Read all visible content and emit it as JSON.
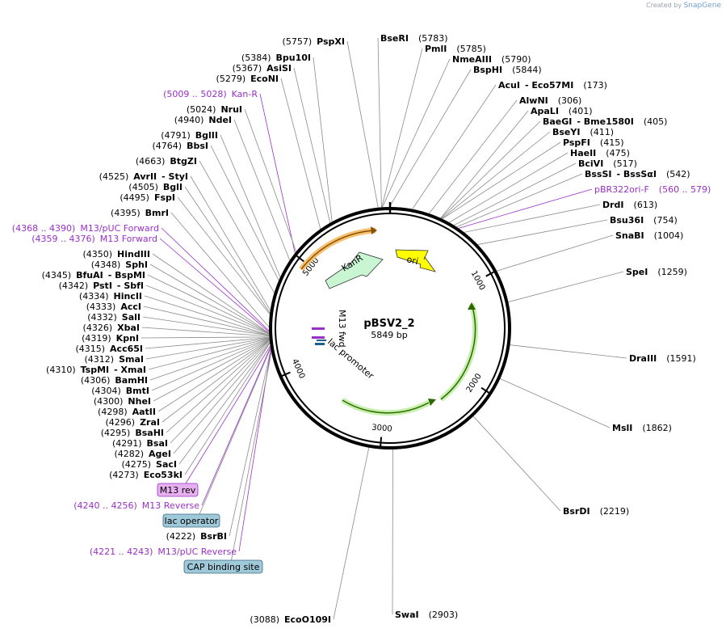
{
  "credit": {
    "prefix": "Created by",
    "brand": "SnapGene"
  },
  "plasmid": {
    "name": "pBSV2_2",
    "length_label": "5849 bp",
    "length": 5849
  },
  "ticks": [
    "1000",
    "2000",
    "3000",
    "4000",
    "5000"
  ],
  "colors": {
    "backbone": "#000000",
    "primer": "#9a2fc8",
    "line": "#8a8a8a",
    "kanr": "#c8f5d2",
    "ori": "#ffff00",
    "kanr_primer": "#f5a030",
    "green_feature": "#8fd86a",
    "lac_box": "#9fc9d8",
    "m13_box": "#e6b0f0"
  },
  "features": [
    {
      "label": "KanR"
    },
    {
      "label": "ori"
    },
    {
      "label": "M13 fwd"
    },
    {
      "label": "lac promoter"
    }
  ],
  "boxed_labels": [
    {
      "label": "M13 rev",
      "kind": "m13"
    },
    {
      "label": "lac operator",
      "kind": "lac"
    },
    {
      "label": "CAP binding site",
      "kind": "lac"
    }
  ],
  "enzymes_top": [
    {
      "pos": "(5757)",
      "name": "PspXI"
    },
    {
      "pos": "(5384)",
      "name": "Bpu10I"
    },
    {
      "pos": "(5367)",
      "name": "AsiSI"
    },
    {
      "pos": "(5279)",
      "name": "EcoNI"
    },
    {
      "pos": "(5009 .. 5028)",
      "name": "Kan-R",
      "primer": true
    },
    {
      "pos": "(5024)",
      "name": "NruI"
    },
    {
      "pos": "(4940)",
      "name": "NdeI"
    },
    {
      "pos": "(4791)",
      "name": "BglII"
    },
    {
      "pos": "(4764)",
      "name": "BbsI"
    },
    {
      "pos": "(4663)",
      "name": "BtgZI"
    },
    {
      "pos": "(4525)",
      "name": "AvrII",
      "extra": "- StyI"
    },
    {
      "pos": "(4505)",
      "name": "BglI"
    },
    {
      "pos": "(4495)",
      "name": "FspI"
    },
    {
      "pos": "(4395)",
      "name": "BmrI"
    }
  ],
  "enzymes_left": [
    {
      "pos": "(4368 .. 4390)",
      "name": "M13/pUC Forward",
      "primer": true
    },
    {
      "pos": "(4359 .. 4376)",
      "name": "M13 Forward",
      "primer": true
    },
    {
      "pos": "(4350)",
      "name": "HindIII"
    },
    {
      "pos": "(4348)",
      "name": "SphI"
    },
    {
      "pos": "(4345)",
      "name": "BfuAI",
      "extra": "- BspMI"
    },
    {
      "pos": "(4342)",
      "name": "PstI",
      "extra": "- SbfI"
    },
    {
      "pos": "(4334)",
      "name": "HincII"
    },
    {
      "pos": "(4333)",
      "name": "AccI"
    },
    {
      "pos": "(4332)",
      "name": "SalI"
    },
    {
      "pos": "(4326)",
      "name": "XbaI"
    },
    {
      "pos": "(4319)",
      "name": "KpnI"
    },
    {
      "pos": "(4315)",
      "name": "Acc65I"
    },
    {
      "pos": "(4312)",
      "name": "SmaI"
    },
    {
      "pos": "(4310)",
      "name": "TspMI",
      "extra": "- XmaI"
    },
    {
      "pos": "(4306)",
      "name": "BamHI"
    },
    {
      "pos": "(4304)",
      "name": "BmtI"
    },
    {
      "pos": "(4300)",
      "name": "NheI"
    },
    {
      "pos": "(4298)",
      "name": "AatII"
    },
    {
      "pos": "(4296)",
      "name": "ZraI"
    },
    {
      "pos": "(4295)",
      "name": "BsaHI"
    },
    {
      "pos": "(4291)",
      "name": "BsaI"
    },
    {
      "pos": "(4282)",
      "name": "AgeI"
    },
    {
      "pos": "(4275)",
      "name": "SacI"
    },
    {
      "pos": "(4273)",
      "name": "Eco53kI"
    }
  ],
  "enzymes_bottom_left": [
    {
      "pos": "(4240 .. 4256)",
      "name": "M13 Reverse",
      "primer": true
    },
    {
      "pos": "(4222)",
      "name": "BsrBI"
    },
    {
      "pos": "(4221 .. 4243)",
      "name": "M13/pUC Reverse",
      "primer": true
    },
    {
      "pos": "(3088)",
      "name": "EcoO109I"
    }
  ],
  "enzymes_right": [
    {
      "name": "BseRI",
      "pos": "(5783)"
    },
    {
      "name": "PmlI",
      "pos": "(5785)"
    },
    {
      "name": "NmeAIII",
      "pos": "(5790)"
    },
    {
      "name": "BspHI",
      "pos": "(5844)"
    },
    {
      "name": "AcuI",
      "extra": "- Eco57MI",
      "pos": "(173)"
    },
    {
      "name": "AlwNI",
      "pos": "(306)"
    },
    {
      "name": "ApaLI",
      "pos": "(401)"
    },
    {
      "name": "BaeGI",
      "extra": "- Bme1580I",
      "pos": "(405)"
    },
    {
      "name": "BseYI",
      "pos": "(411)"
    },
    {
      "name": "PspFI",
      "pos": "(415)"
    },
    {
      "name": "HaeII",
      "pos": "(475)"
    },
    {
      "name": "BciVI",
      "pos": "(517)"
    },
    {
      "name": "BssSI",
      "extra": "- BssSαI",
      "pos": "(542)"
    },
    {
      "name": "pBR322ori-F",
      "pos": "(560 .. 579)",
      "primer": true
    },
    {
      "name": "DrdI",
      "pos": "(613)"
    },
    {
      "name": "Bsu36I",
      "pos": "(754)"
    },
    {
      "name": "SnaBI",
      "pos": "(1004)"
    },
    {
      "name": "SpeI",
      "pos": "(1259)"
    },
    {
      "name": "DraIII",
      "pos": "(1591)"
    },
    {
      "name": "MslI",
      "pos": "(1862)"
    },
    {
      "name": "BsrDI",
      "pos": "(2219)"
    },
    {
      "name": "SwaI",
      "pos": "(2903)"
    }
  ]
}
